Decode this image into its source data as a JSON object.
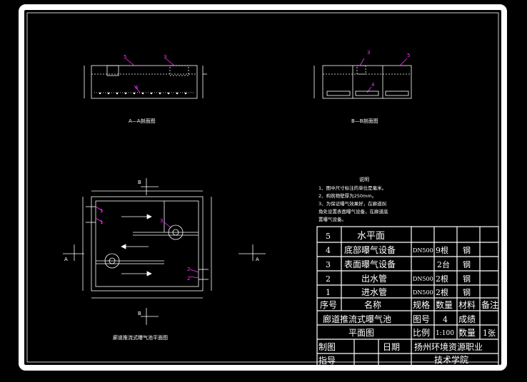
{
  "sections": {
    "aa_title": "A—A剖面图",
    "bb_title": "B—B剖面图",
    "plan_title": "廊道推流式曝气池平面图"
  },
  "callouts": {
    "aa_5": "5",
    "aa_3": "3",
    "aa_4": "4",
    "bb_3": "3",
    "bb_5": "5",
    "bb_4": "4",
    "plan_1a": "1",
    "plan_1b": "1",
    "plan_3": "3",
    "plan_2a": "2",
    "plan_2b": "2"
  },
  "section_markers": {
    "b_top": "B",
    "b_bottom": "B",
    "a_left": "A",
    "a_right": "A"
  },
  "notes": {
    "heading": "说明",
    "line1": "1、图中尺寸标注的单位是毫米。",
    "line2": "2、构筑物壁厚为250mm。",
    "line3": "3、为保证曝气效果好，在廊道拐",
    "line4": "角处设置表面曝气设备，在廊道底",
    "line5": "置曝气设备。"
  },
  "parts_table": {
    "rows": [
      {
        "no": "5",
        "name": "水平面",
        "spec": "",
        "qty": "",
        "material": "",
        "remark": ""
      },
      {
        "no": "4",
        "name": "底部曝气设备",
        "spec": "DN500",
        "qty": "9根",
        "material": "钢",
        "remark": ""
      },
      {
        "no": "3",
        "name": "表面曝气设备",
        "spec": "",
        "qty": "2台",
        "material": "钢",
        "remark": ""
      },
      {
        "no": "2",
        "name": "出水管",
        "spec": "DN500",
        "qty": "2根",
        "material": "钢",
        "remark": ""
      },
      {
        "no": "1",
        "name": "进水管",
        "spec": "DN500",
        "qty": "2根",
        "material": "钢",
        "remark": ""
      }
    ],
    "header": {
      "no": "序号",
      "name": "名称",
      "spec": "规格",
      "qty": "数量",
      "material": "材料",
      "remark": "备注"
    }
  },
  "title_block": {
    "drawing_title_1": "廊道推流式曝气池",
    "drawing_title_2": "平面图",
    "label_drawing_no": "图号",
    "drawing_no": "4",
    "label_score": "成绩",
    "label_scale": "比例",
    "scale": "1:100",
    "label_qty": "数量",
    "sheets": "1张",
    "label_drafter": "制图",
    "label_date": "日期",
    "label_advisor": "指导",
    "school_1": "扬州环境资源职业",
    "school_2": "技术学院"
  },
  "colors": {
    "line": "#ffffff",
    "callout": "#ff33ff",
    "background": "#000000",
    "frame": "#ffffff"
  }
}
